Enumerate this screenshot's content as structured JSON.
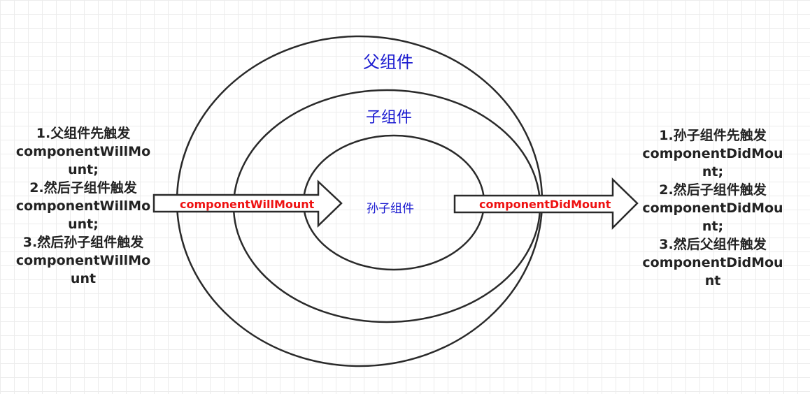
{
  "diagram": {
    "parent_label": "父组件",
    "child_label": "子组件",
    "grandchild_label": "孙子组件",
    "left_arrow_label": "componentWillMount",
    "right_arrow_label": "componentDidMount",
    "left_note": [
      "1.父组件先触发",
      "componentWillMo",
      "unt;",
      "2.然后子组件触发",
      "componentWillMo",
      "unt;",
      "3.然后孙子组件触发",
      "componentWillMo",
      "unt"
    ],
    "right_note": [
      "1.孙子组件先触发",
      "componentDidMou",
      "nt;",
      "2.然后子组件触发",
      "componentDidMou",
      "nt;",
      "3.然后父组件触发",
      "componentDidMou",
      "nt"
    ]
  }
}
